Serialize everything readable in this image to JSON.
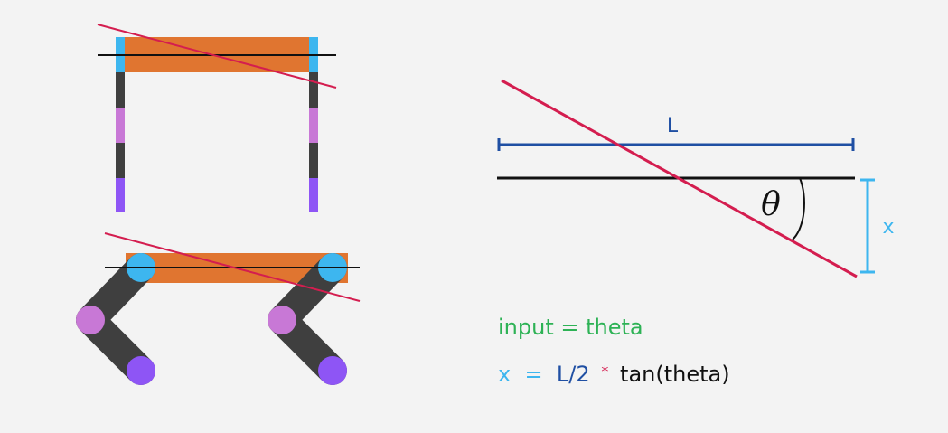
{
  "diagram": {
    "length_label": "L",
    "offset_label": "x",
    "angle_symbol": "θ"
  },
  "equations": {
    "line1": "input = theta",
    "line2_var": "x",
    "line2_eq": " = ",
    "line2_l": "L/2",
    "line2_star": " * ",
    "line2_fn": "tan(theta)"
  },
  "colors": {
    "background": "#f3f3f3",
    "orange_body": "#e07530",
    "cyan_joint": "#3db6ef",
    "dark_link": "#3f3f3f",
    "pink_joint": "#c878d6",
    "purple_foot": "#8e55f5",
    "tilt_line": "#d41d4f",
    "length_bar": "#1f4fa3",
    "offset_bar": "#3db6ef",
    "input_text": "#2db255",
    "x_text": "#3db6ef",
    "l_text": "#1f4fa3",
    "star_text": "#d41d4f",
    "black": "#111111"
  },
  "icons": {
    "robot_straight_legs": "robot-straight-legs-icon",
    "robot_bent_legs": "robot-bent-legs-icon"
  }
}
